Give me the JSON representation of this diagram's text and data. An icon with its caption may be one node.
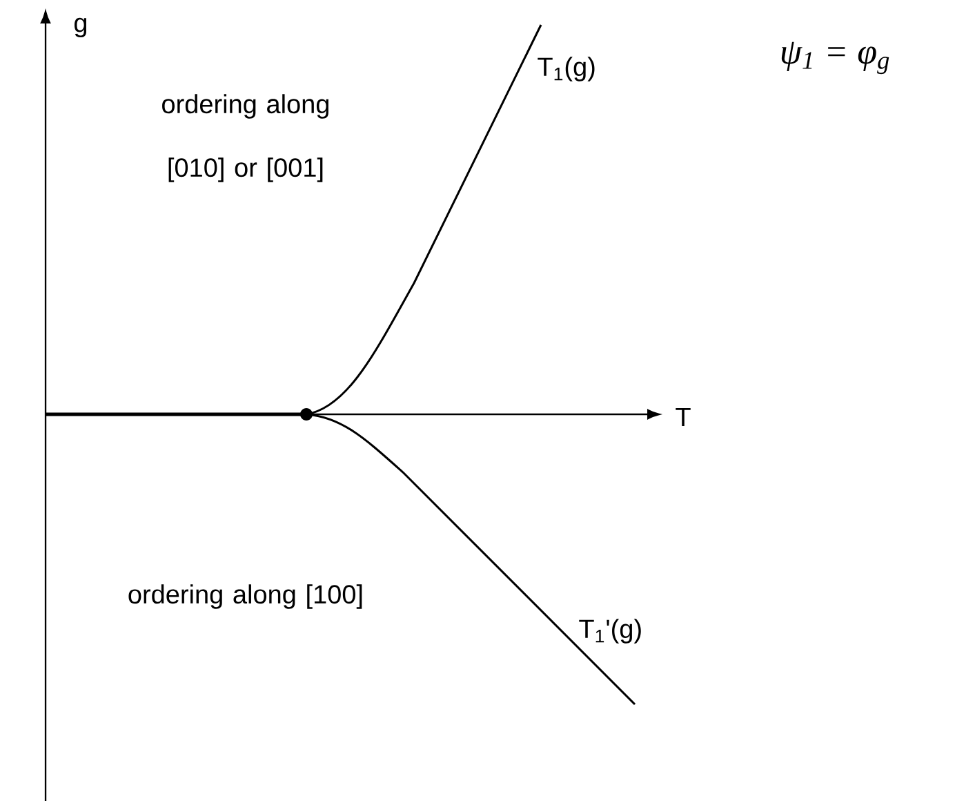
{
  "diagram": {
    "labels": [
      "g",
      "ordering along [010] or [001]",
      "T$_{1}$(g)",
      "ψ$_{1}$ = φ$_{g}$",
      "T",
      "ordering along [100]",
      "T$_{1}$'(g)"
    ]
  }
}
